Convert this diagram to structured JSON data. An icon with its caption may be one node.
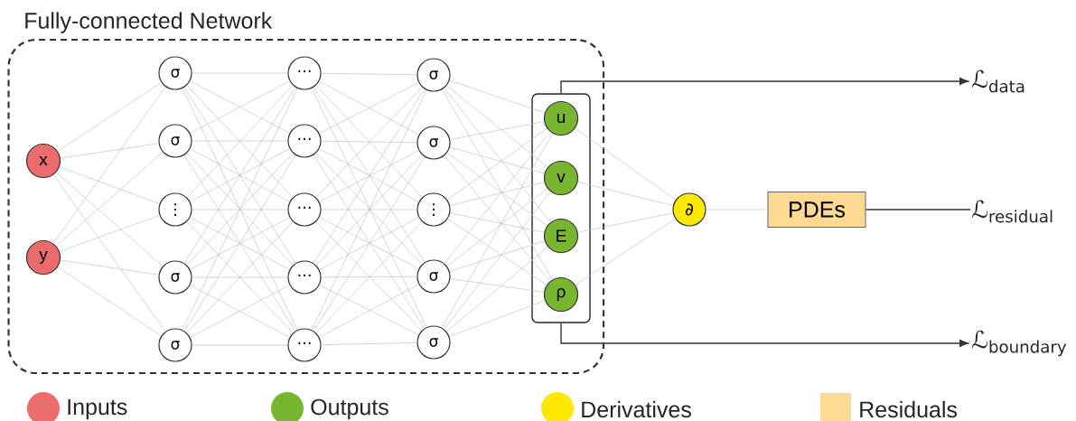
{
  "diagram": {
    "nodes": [
      {
        "text": [
          "Fully-connected Network"
        ]
      },
      {
        "text": [
          "x"
        ],
        "in": 0
      },
      {
        "text": [
          "y"
        ],
        "in": 0
      },
      {
        "text": [
          "σ"
        ],
        "in": 0
      },
      {
        "text": [
          "σ"
        ],
        "in": 0
      },
      {
        "text": [
          "⋮"
        ],
        "in": 0
      },
      {
        "text": [
          "σ"
        ],
        "in": 0
      },
      {
        "text": [
          "σ"
        ],
        "in": 0
      },
      {
        "text": [
          "⋯"
        ],
        "in": 0
      },
      {
        "text": [
          "⋯"
        ],
        "in": 0
      },
      {
        "text": [
          "⋯"
        ],
        "in": 0
      },
      {
        "text": [
          "⋯"
        ],
        "in": 0
      },
      {
        "text": [
          "⋯"
        ],
        "in": 0
      },
      {
        "text": [
          "σ"
        ],
        "in": 0
      },
      {
        "text": [
          "σ"
        ],
        "in": 0
      },
      {
        "text": [
          "⋮"
        ],
        "in": 0
      },
      {
        "text": [
          "σ"
        ],
        "in": 0
      },
      {
        "text": [
          "σ"
        ],
        "in": 0
      },
      {
        "text": [],
        "shape": "box",
        "in": 0
      },
      {
        "text": [
          "u"
        ],
        "in": 18
      },
      {
        "text": [
          "v"
        ],
        "in": 18
      },
      {
        "text": [
          "E"
        ],
        "in": 18
      },
      {
        "text": [
          "ρ"
        ],
        "in": 18
      },
      {
        "text": [
          "∂"
        ]
      },
      {
        "text": [
          "PDEs"
        ]
      },
      {
        "text": [
          "ℒ$_{data}$"
        ]
      },
      {
        "text": [
          "ℒ$_{residual}$"
        ]
      },
      {
        "text": [
          "ℒ$_{boundary}$"
        ]
      }
    ],
    "edges": [
      {
        "from": 1,
        "to": 3,
        "arrow": "none"
      },
      {
        "from": 1,
        "to": 4,
        "arrow": "none"
      },
      {
        "from": 1,
        "to": 5,
        "arrow": "none"
      },
      {
        "from": 1,
        "to": 6,
        "arrow": "none"
      },
      {
        "from": 1,
        "to": 7,
        "arrow": "none"
      },
      {
        "from": 2,
        "to": 3,
        "arrow": "none"
      },
      {
        "from": 2,
        "to": 4,
        "arrow": "none"
      },
      {
        "from": 2,
        "to": 5,
        "arrow": "none"
      },
      {
        "from": 2,
        "to": 6,
        "arrow": "none"
      },
      {
        "from": 2,
        "to": 7,
        "arrow": "none"
      },
      {
        "from": 3,
        "to": 8,
        "arrow": "none"
      },
      {
        "from": 3,
        "to": 9,
        "arrow": "none"
      },
      {
        "from": 3,
        "to": 10,
        "arrow": "none"
      },
      {
        "from": 3,
        "to": 11,
        "arrow": "none"
      },
      {
        "from": 3,
        "to": 12,
        "arrow": "none"
      },
      {
        "from": 4,
        "to": 8,
        "arrow": "none"
      },
      {
        "from": 4,
        "to": 9,
        "arrow": "none"
      },
      {
        "from": 4,
        "to": 10,
        "arrow": "none"
      },
      {
        "from": 4,
        "to": 11,
        "arrow": "none"
      },
      {
        "from": 4,
        "to": 12,
        "arrow": "none"
      },
      {
        "from": 5,
        "to": 8,
        "arrow": "none"
      },
      {
        "from": 5,
        "to": 9,
        "arrow": "none"
      },
      {
        "from": 5,
        "to": 10,
        "arrow": "none"
      },
      {
        "from": 5,
        "to": 11,
        "arrow": "none"
      },
      {
        "from": 5,
        "to": 12,
        "arrow": "none"
      },
      {
        "from": 6,
        "to": 8,
        "arrow": "none"
      },
      {
        "from": 6,
        "to": 9,
        "arrow": "none"
      },
      {
        "from": 6,
        "to": 10,
        "arrow": "none"
      },
      {
        "from": 6,
        "to": 11,
        "arrow": "none"
      },
      {
        "from": 6,
        "to": 12,
        "arrow": "none"
      },
      {
        "from": 7,
        "to": 8,
        "arrow": "none"
      },
      {
        "from": 7,
        "to": 9,
        "arrow": "none"
      },
      {
        "from": 7,
        "to": 10,
        "arrow": "none"
      },
      {
        "from": 7,
        "to": 11,
        "arrow": "none"
      },
      {
        "from": 7,
        "to": 12,
        "arrow": "none"
      },
      {
        "from": 8,
        "to": 13,
        "arrow": "none"
      },
      {
        "from": 8,
        "to": 14,
        "arrow": "none"
      },
      {
        "from": 8,
        "to": 15,
        "arrow": "none"
      },
      {
        "from": 8,
        "to": 16,
        "arrow": "none"
      },
      {
        "from": 8,
        "to": 17,
        "arrow": "none"
      },
      {
        "from": 9,
        "to": 13,
        "arrow": "none"
      },
      {
        "from": 9,
        "to": 14,
        "arrow": "none"
      },
      {
        "from": 9,
        "to": 15,
        "arrow": "none"
      },
      {
        "from": 9,
        "to": 16,
        "arrow": "none"
      },
      {
        "from": 9,
        "to": 17,
        "arrow": "none"
      },
      {
        "from": 10,
        "to": 13,
        "arrow": "none"
      },
      {
        "from": 10,
        "to": 14,
        "arrow": "none"
      },
      {
        "from": 10,
        "to": 15,
        "arrow": "none"
      },
      {
        "from": 10,
        "to": 16,
        "arrow": "none"
      },
      {
        "from": 10,
        "to": 17,
        "arrow": "none"
      },
      {
        "from": 11,
        "to": 13,
        "arrow": "none"
      },
      {
        "from": 11,
        "to": 14,
        "arrow": "none"
      },
      {
        "from": 11,
        "to": 15,
        "arrow": "none"
      },
      {
        "from": 11,
        "to": 16,
        "arrow": "none"
      },
      {
        "from": 11,
        "to": 17,
        "arrow": "none"
      },
      {
        "from": 12,
        "to": 13,
        "arrow": "none"
      },
      {
        "from": 12,
        "to": 14,
        "arrow": "none"
      },
      {
        "from": 12,
        "to": 15,
        "arrow": "none"
      },
      {
        "from": 12,
        "to": 16,
        "arrow": "none"
      },
      {
        "from": 12,
        "to": 17,
        "arrow": "none"
      },
      {
        "from": 13,
        "to": 19,
        "arrow": "none"
      },
      {
        "from": 13,
        "to": 20,
        "arrow": "none"
      },
      {
        "from": 13,
        "to": 21,
        "arrow": "none"
      },
      {
        "from": 13,
        "to": 22,
        "arrow": "none"
      },
      {
        "from": 14,
        "to": 19,
        "arrow": "none"
      },
      {
        "from": 14,
        "to": 20,
        "arrow": "none"
      },
      {
        "from": 14,
        "to": 21,
        "arrow": "none"
      },
      {
        "from": 14,
        "to": 22,
        "arrow": "none"
      },
      {
        "from": 15,
        "to": 19,
        "arrow": "none"
      },
      {
        "from": 15,
        "to": 20,
        "arrow": "none"
      },
      {
        "from": 15,
        "to": 21,
        "arrow": "none"
      },
      {
        "from": 15,
        "to": 22,
        "arrow": "none"
      },
      {
        "from": 16,
        "to": 19,
        "arrow": "none"
      },
      {
        "from": 16,
        "to": 20,
        "arrow": "none"
      },
      {
        "from": 16,
        "to": 21,
        "arrow": "none"
      },
      {
        "from": 16,
        "to": 22,
        "arrow": "none"
      },
      {
        "from": 17,
        "to": 19,
        "arrow": "none"
      },
      {
        "from": 17,
        "to": 20,
        "arrow": "none"
      },
      {
        "from": 17,
        "to": 21,
        "arrow": "none"
      },
      {
        "from": 17,
        "to": 22,
        "arrow": "none"
      },
      {
        "from": 19,
        "to": 23,
        "arrow": "none"
      },
      {
        "from": 20,
        "to": 23,
        "arrow": "none"
      },
      {
        "from": 21,
        "to": 23,
        "arrow": "none"
      },
      {
        "from": 22,
        "to": 23,
        "arrow": "none"
      },
      {
        "from": 23,
        "to": 24,
        "arrow": "none"
      },
      {
        "from": 24,
        "to": 26,
        "arrow": "none",
        "color": "#333333"
      },
      {
        "from": 18,
        "to": 25,
        "arrow": "to",
        "color": "#333333"
      },
      {
        "from": 18,
        "to": 27,
        "arrow": "to",
        "color": "#333333"
      }
    ],
    "legend": [
      {
        "text": "Inputs",
        "color": "#ec6b6d"
      },
      {
        "text": "Outputs",
        "color": "#78b62f"
      },
      {
        "text": "Derivatives",
        "color": "#fde800"
      },
      {
        "text": "Residuals",
        "color": "#fdd992"
      }
    ]
  }
}
